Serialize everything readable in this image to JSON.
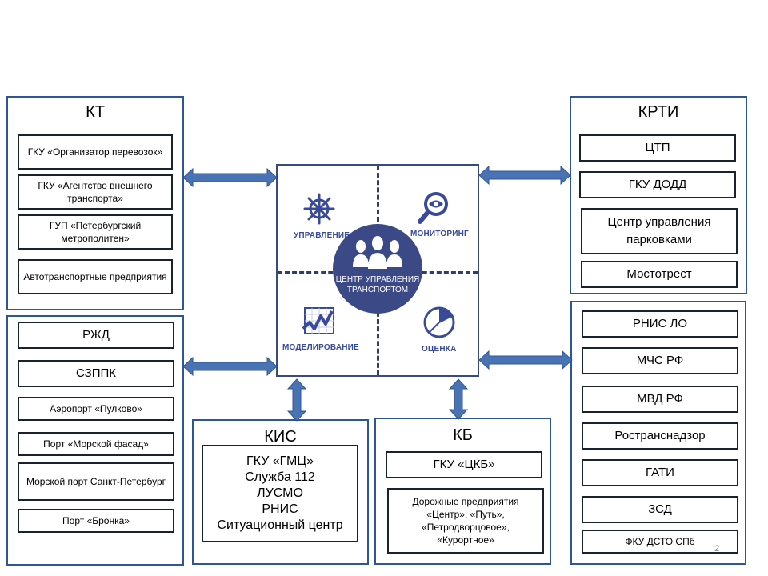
{
  "kt": {
    "title": "КТ",
    "items": [
      "ГКУ «Организатор перевозок»",
      "ГКУ «Агентство внешнего транспорта»",
      "ГУП «Петербургский метрополитен»",
      "Автотранспортные предприятия"
    ]
  },
  "transport": {
    "items": [
      "РЖД",
      "СЗППК",
      "Аэропорт «Пулково»",
      "Порт «Морской фасад»",
      "Морской порт Санкт-Петербург",
      "Порт «Бронка»"
    ]
  },
  "krti": {
    "title": "КРТИ",
    "items": [
      "ЦТП",
      "ГКУ ДОДД",
      "Центр управления парковками",
      "Мостотрест"
    ]
  },
  "services": {
    "items": [
      "РНИС ЛО",
      "МЧС РФ",
      "МВД РФ",
      "Ространснадзор",
      "ГАТИ",
      "ЗСД",
      "ФКУ ДСТО СПб"
    ]
  },
  "kis": {
    "title": "КИС",
    "items": [
      "ГКУ «ГМЦ»",
      "Служба 112",
      "ЛУСМО",
      "РНИС",
      "Ситуационный центр"
    ]
  },
  "kb": {
    "title": "КБ",
    "items": [
      "ГКУ «ЦКБ»",
      "Дорожные предприятия «Центр», «Путь», «Петродворцовое», «Курортное»"
    ]
  },
  "center": {
    "hub_label": "ЦЕНТР УПРАВЛЕНИЯ ТРАНСПОРТОМ",
    "management": "УПРАВЛЕНИЕ",
    "monitoring": "МОНИТОРИНГ",
    "modeling": "МОДЕЛИРОВАНИЕ",
    "evaluation": "ОЦЕНКА"
  },
  "page_number": "2",
  "colors": {
    "panel_border": "#2f5597",
    "arrow_fill": "#4a73b4",
    "hub": "#3b4a86",
    "quad_label": "#3a4a9a"
  },
  "icons": [
    "ship-wheel-icon",
    "magnifier-eye-icon",
    "chart-icon",
    "pie-chart-icon",
    "people-icon"
  ]
}
